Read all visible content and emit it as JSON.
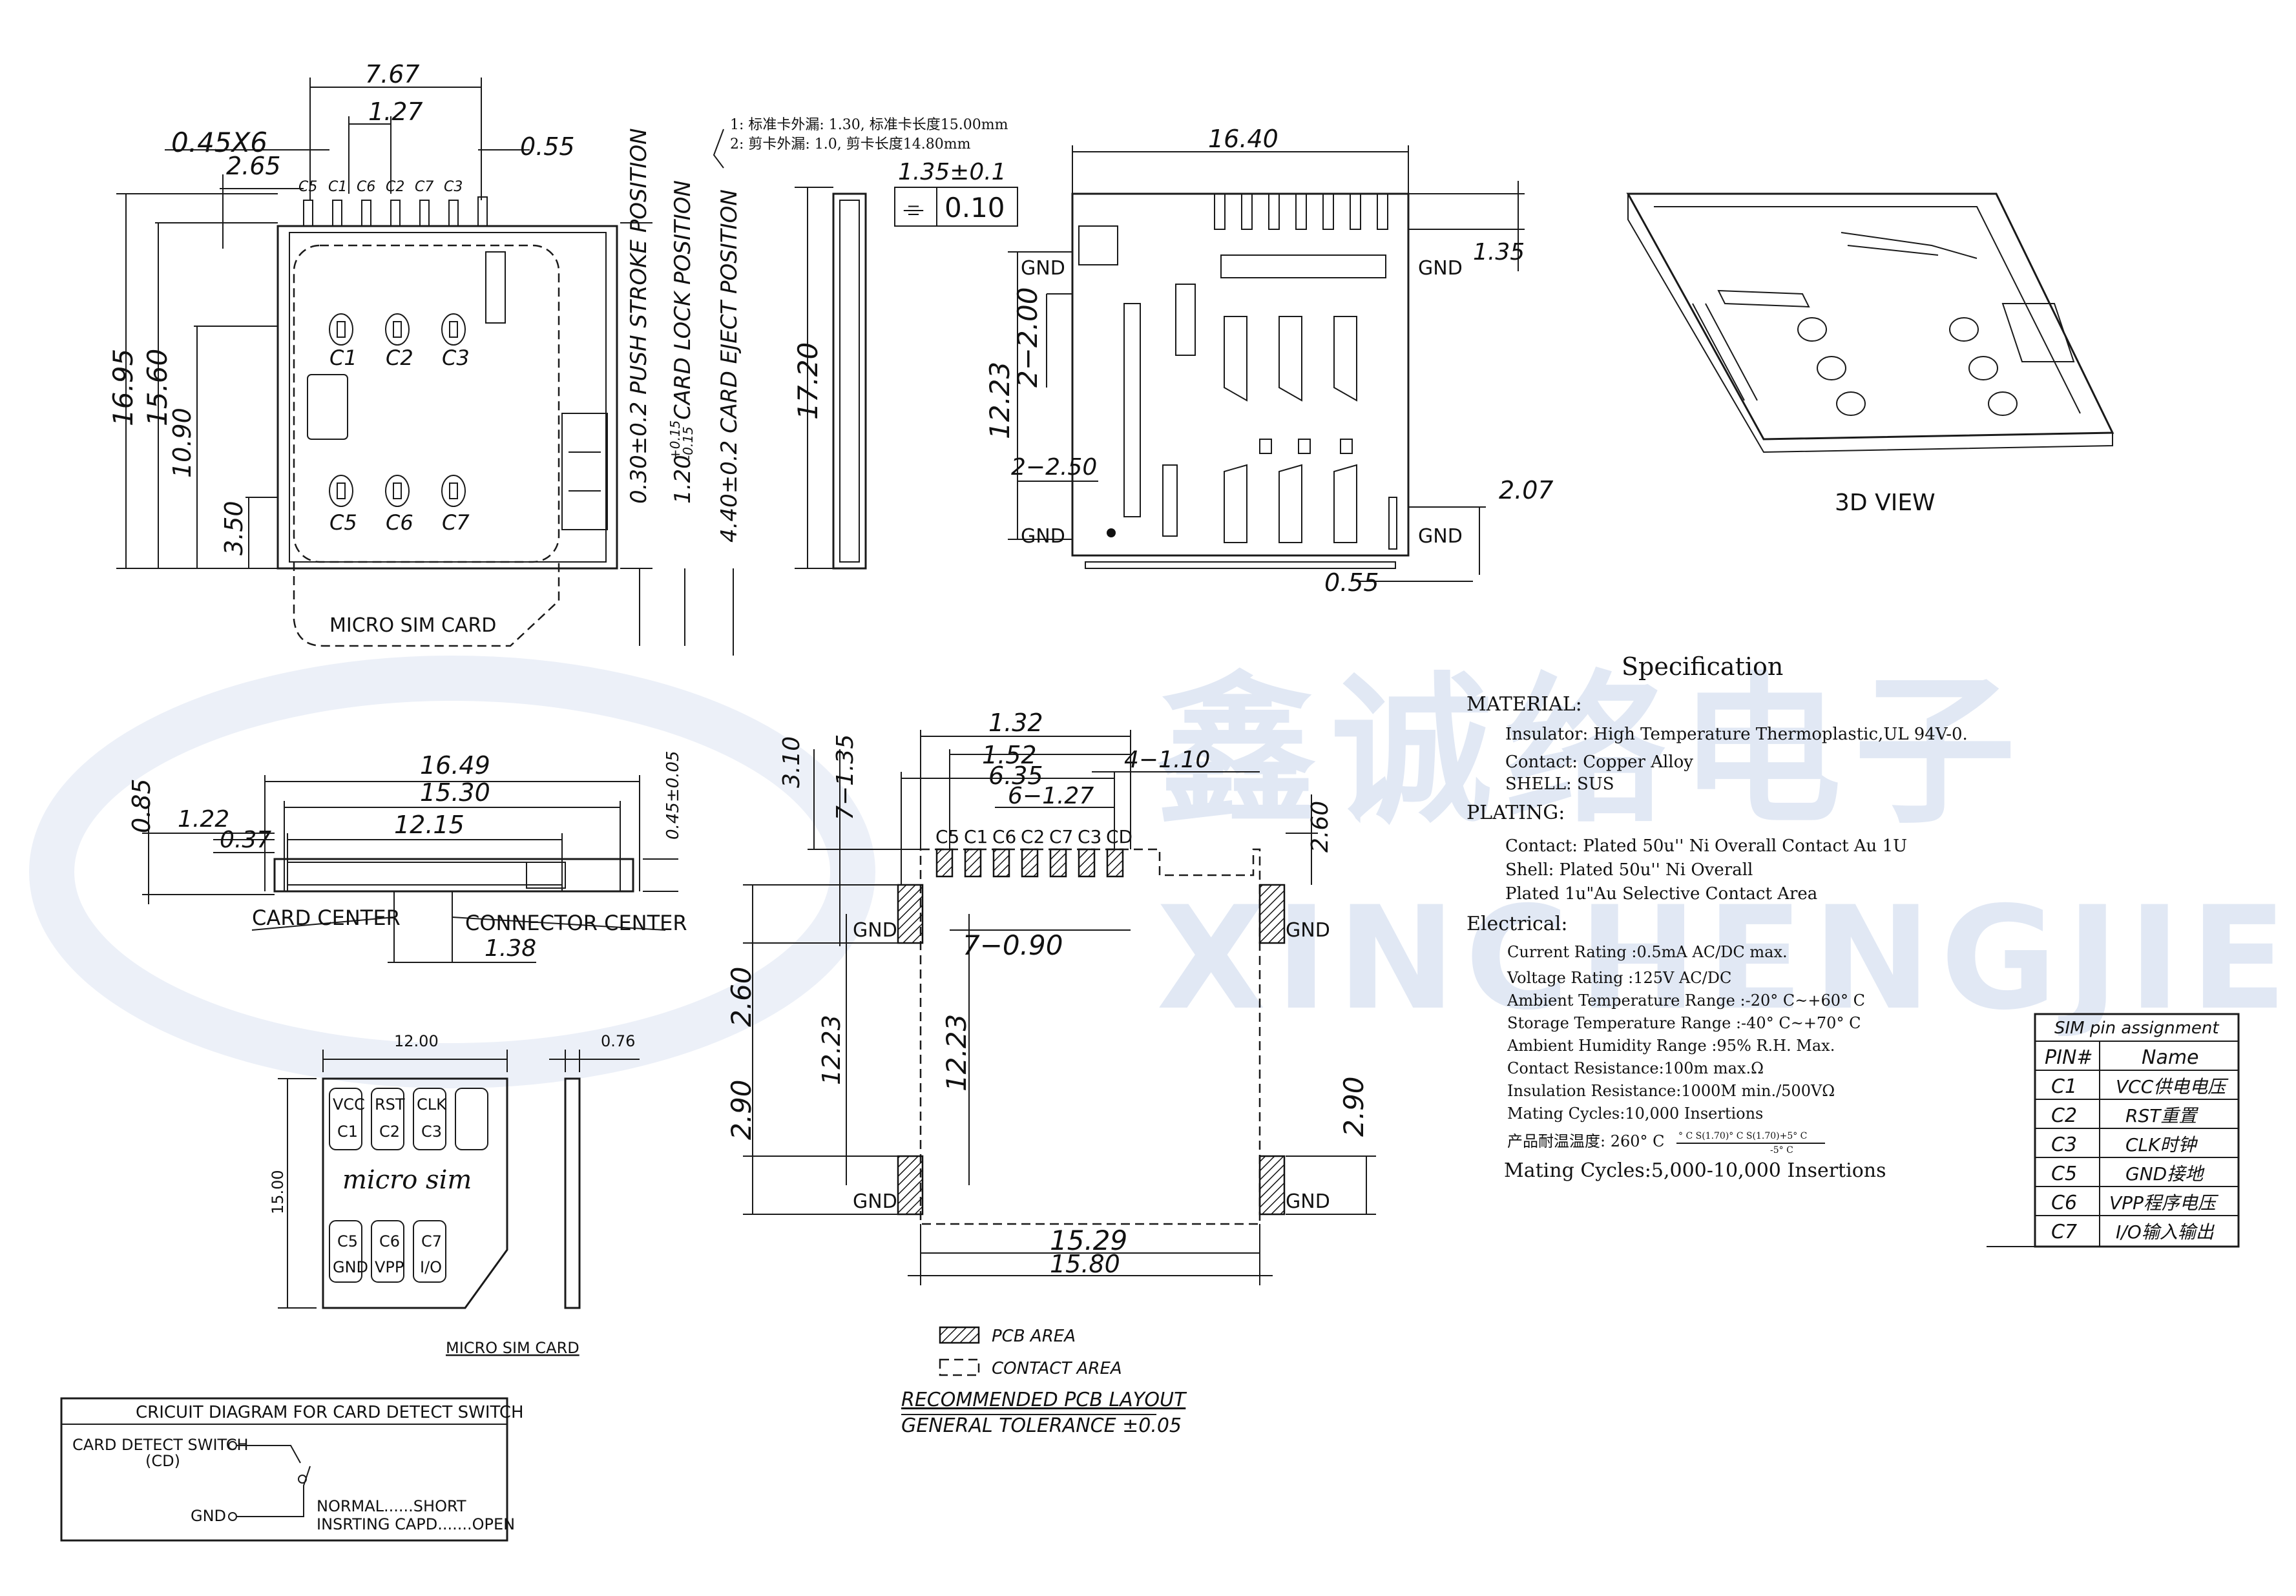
{
  "colors": {
    "line": "#1a1a1a",
    "watermark": "#c9d6ec",
    "paper": "#ffffff"
  },
  "watermark": {
    "cn": "鑫诚络电子",
    "en": "XINCHENGJIE"
  },
  "top_view": {
    "dims": {
      "d767": "7.67",
      "d127": "1.27",
      "d045x6": "0.45X6",
      "d055": "0.55",
      "d265": "2.65",
      "d1695": "16.95",
      "d1560": "15.60",
      "d1090": "10.90",
      "d350": "3.50"
    },
    "pins_top": [
      "C5",
      "C1",
      "C6",
      "C2",
      "C7",
      "C3"
    ],
    "pad_labels_top": [
      "C1",
      "C2",
      "C3"
    ],
    "pad_labels_bottom": [
      "C5",
      "C6",
      "C7"
    ],
    "positions": [
      "0.30±0.2 PUSH STROKE POSITION",
      "1.20",
      "+0.15",
      "-0.15",
      "CARD LOCK POSITION",
      "4.40±0.2 CARD EJECT POSITION"
    ],
    "card_label": "MICRO SIM CARD"
  },
  "note": {
    "line1": "1: 标准卡外漏: 1.30, 标准卡长度15.00mm",
    "line2": "2: 剪卡外漏: 1.0, 剪卡长度14.80mm"
  },
  "side_view": {
    "d1720": "17.20",
    "flatness_sym": "⌯",
    "flatness_val": "0.10",
    "d135": "1.35±0.1"
  },
  "bottom_view": {
    "d1640": "16.40",
    "d135": "1.35",
    "d1223": "12.23",
    "d2200": "2−2.00",
    "d2250": "2−2.50",
    "d207": "2.07",
    "d055": "0.55",
    "gnd": "GND"
  },
  "view3d": {
    "label": "3D VIEW"
  },
  "front_view": {
    "d1649": "16.49",
    "d1530": "15.30",
    "d1215": "12.15",
    "d085": "0.85",
    "d122": "1.22",
    "d037": "0.37",
    "d045": "0.45±0.05",
    "d138": "1.38",
    "card_center": "CARD CENTER",
    "connector_center": "CONNECTOR CENTER"
  },
  "card": {
    "d1200": "12.00",
    "d1500": "15.00",
    "d076": "0.76",
    "text": "micro sim",
    "cells_top": [
      {
        "n": "VCC",
        "c": "C1"
      },
      {
        "n": "RST",
        "c": "C2"
      },
      {
        "n": "CLK",
        "c": "C3"
      }
    ],
    "cells_bottom": [
      {
        "n": "GND",
        "c": "C5"
      },
      {
        "n": "VPP",
        "c": "C6"
      },
      {
        "n": "I/O",
        "c": "C7"
      }
    ],
    "caption": "MICRO SIM CARD"
  },
  "circuit": {
    "title": "CRICUIT DIAGRAM FOR CARD DETECT SWITCH",
    "switch": "CARD DETECT SWITCH",
    "cd": "(CD)",
    "gnd": "GND",
    "normal": "NORMAL......SHORT",
    "inserting": "INSRTING CAPD.......OPEN"
  },
  "pcb": {
    "d132": "1.32",
    "d152": "1.52",
    "d635": "6.35",
    "d6127": "6−1.27",
    "d4110": "4−1.10",
    "d7135": "7−1.35",
    "d310": "3.10",
    "d260a": "2.60",
    "d260b": "2.60",
    "d1223a": "12.23",
    "d1223b": "12.23",
    "d7090": "7−0.90",
    "d290a": "2.90",
    "d290b": "2.90",
    "d1529": "15.29",
    "d1580": "15.80",
    "pins": [
      "C5",
      "C1",
      "C6",
      "C2",
      "C7",
      "C3",
      "CD"
    ],
    "gnd": "GND",
    "legend_pcb": "PCB AREA",
    "legend_contact": "CONTACT AREA",
    "title": "RECOMMENDED PCB LAYOUT",
    "tolerance": "GENERAL TOLERANCE ±0.05"
  },
  "spec": {
    "title": "Specification",
    "material_h": "MATERIAL:",
    "insulator": "Insulator: High Temperature Thermoplastic,UL 94V-0.",
    "contact": "Contact: Copper Alloy",
    "shell": "SHELL: SUS",
    "plating_h": "PLATING:",
    "p_contact": "Contact: Plated 50u'' Ni Overall Contact Au 1U",
    "p_shell": "Shell: Plated 50u'' Ni Overall",
    "p_selective": "Plated 1u\"Au Selective Contact Area",
    "elec_h": "Electrical:",
    "current": "Current Rating :0.5mA AC/DC max.",
    "voltage": "Voltage Rating :125V AC/DC",
    "temp": "Ambient Temperature Range :-20° C~+60° C",
    "storage": "Storage Temperature Range :-40° C~+70° C",
    "humidity": "Ambient Humidity Range :95% R.H. Max.",
    "resistance": "Contact Resistance:100m  max.Ω",
    "insulation": "Insulation Resistance:1000M  min./500VΩ",
    "mating1": "Mating Cycles:10,000 Insertions",
    "heat": "产品耐温温度: 260° C",
    "heat_note": "° C S(1.70)° C S(1.70)+5° C",
    "heat_sub": "-5° C",
    "mating2": "Mating Cycles:5,000-10,000 Insertions"
  },
  "pin_table": {
    "title": "SIM pin assignment",
    "headers": [
      "PIN#",
      "Name"
    ],
    "rows": [
      [
        "C1",
        "VCC供电电压"
      ],
      [
        "C2",
        "RST重置"
      ],
      [
        "C3",
        "CLK时钟"
      ],
      [
        "C5",
        "GND接地"
      ],
      [
        "C6",
        "VPP程序电压"
      ],
      [
        "C7",
        "I/O输入输出"
      ]
    ]
  }
}
